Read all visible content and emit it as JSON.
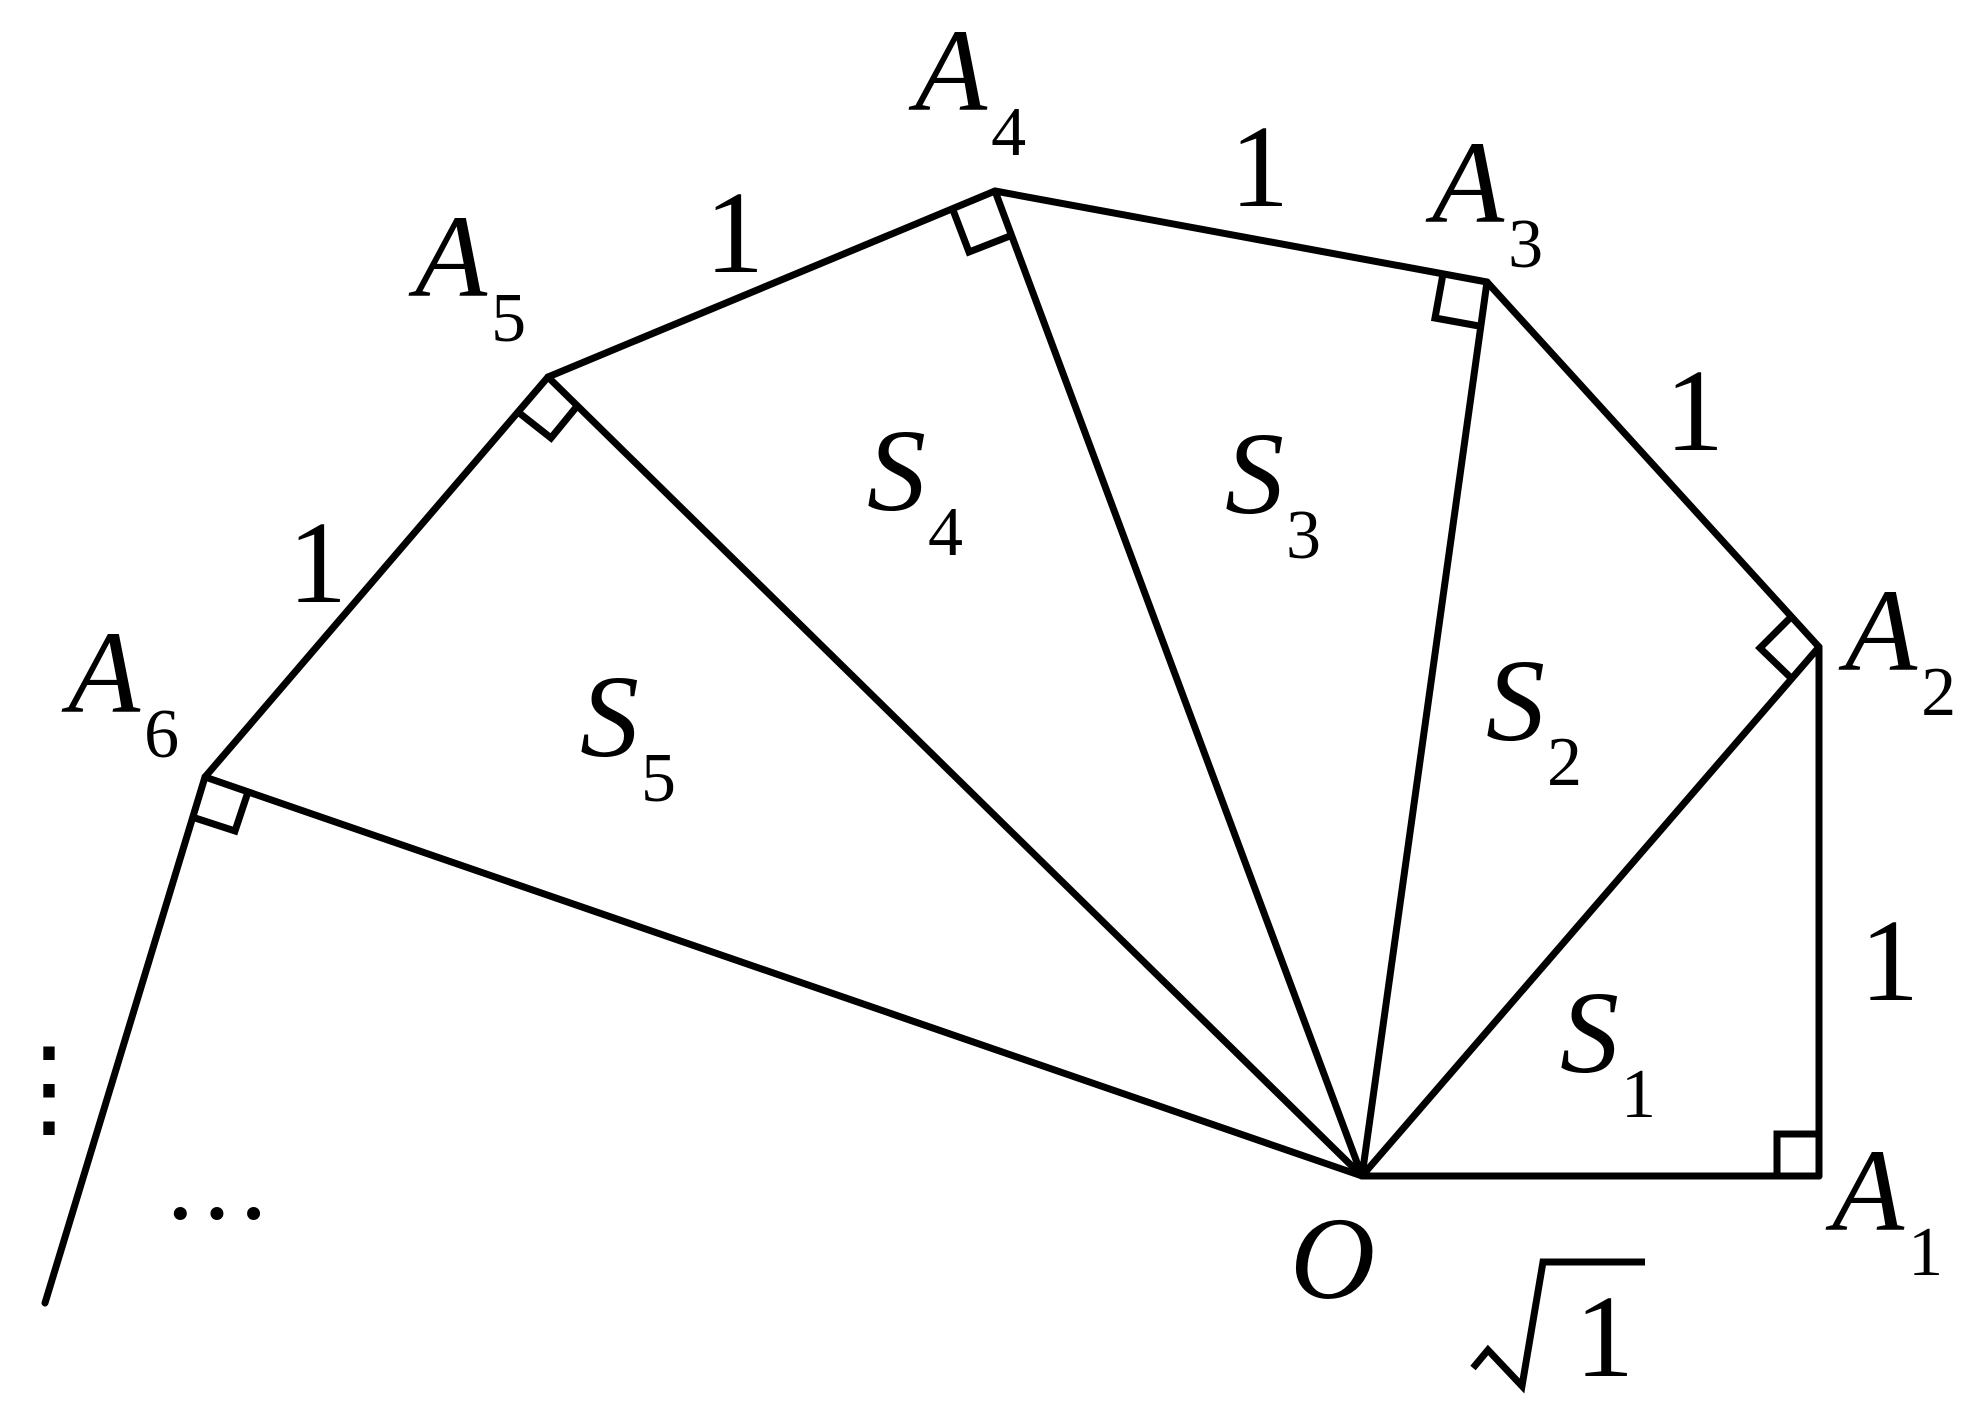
{
  "figure": {
    "colors": {
      "stroke": "#000000",
      "background": "#ffffff"
    },
    "origin": {
      "main": "O"
    },
    "points": [
      {
        "id": "A1",
        "main": "A",
        "sub": "1"
      },
      {
        "id": "A2",
        "main": "A",
        "sub": "2"
      },
      {
        "id": "A3",
        "main": "A",
        "sub": "3"
      },
      {
        "id": "A4",
        "main": "A",
        "sub": "4"
      },
      {
        "id": "A5",
        "main": "A",
        "sub": "5"
      },
      {
        "id": "A6",
        "main": "A",
        "sub": "6"
      }
    ],
    "areas": [
      {
        "id": "S1",
        "main": "S",
        "sub": "1"
      },
      {
        "id": "S2",
        "main": "S",
        "sub": "2"
      },
      {
        "id": "S3",
        "main": "S",
        "sub": "3"
      },
      {
        "id": "S4",
        "main": "S",
        "sub": "4"
      },
      {
        "id": "S5",
        "main": "S",
        "sub": "5"
      }
    ],
    "side_labels": [
      "1",
      "1",
      "1",
      "1",
      "1"
    ],
    "base_label": {
      "radicand": "1"
    },
    "continuation": {
      "horizontal": "···",
      "vertical": "⋮"
    }
  }
}
